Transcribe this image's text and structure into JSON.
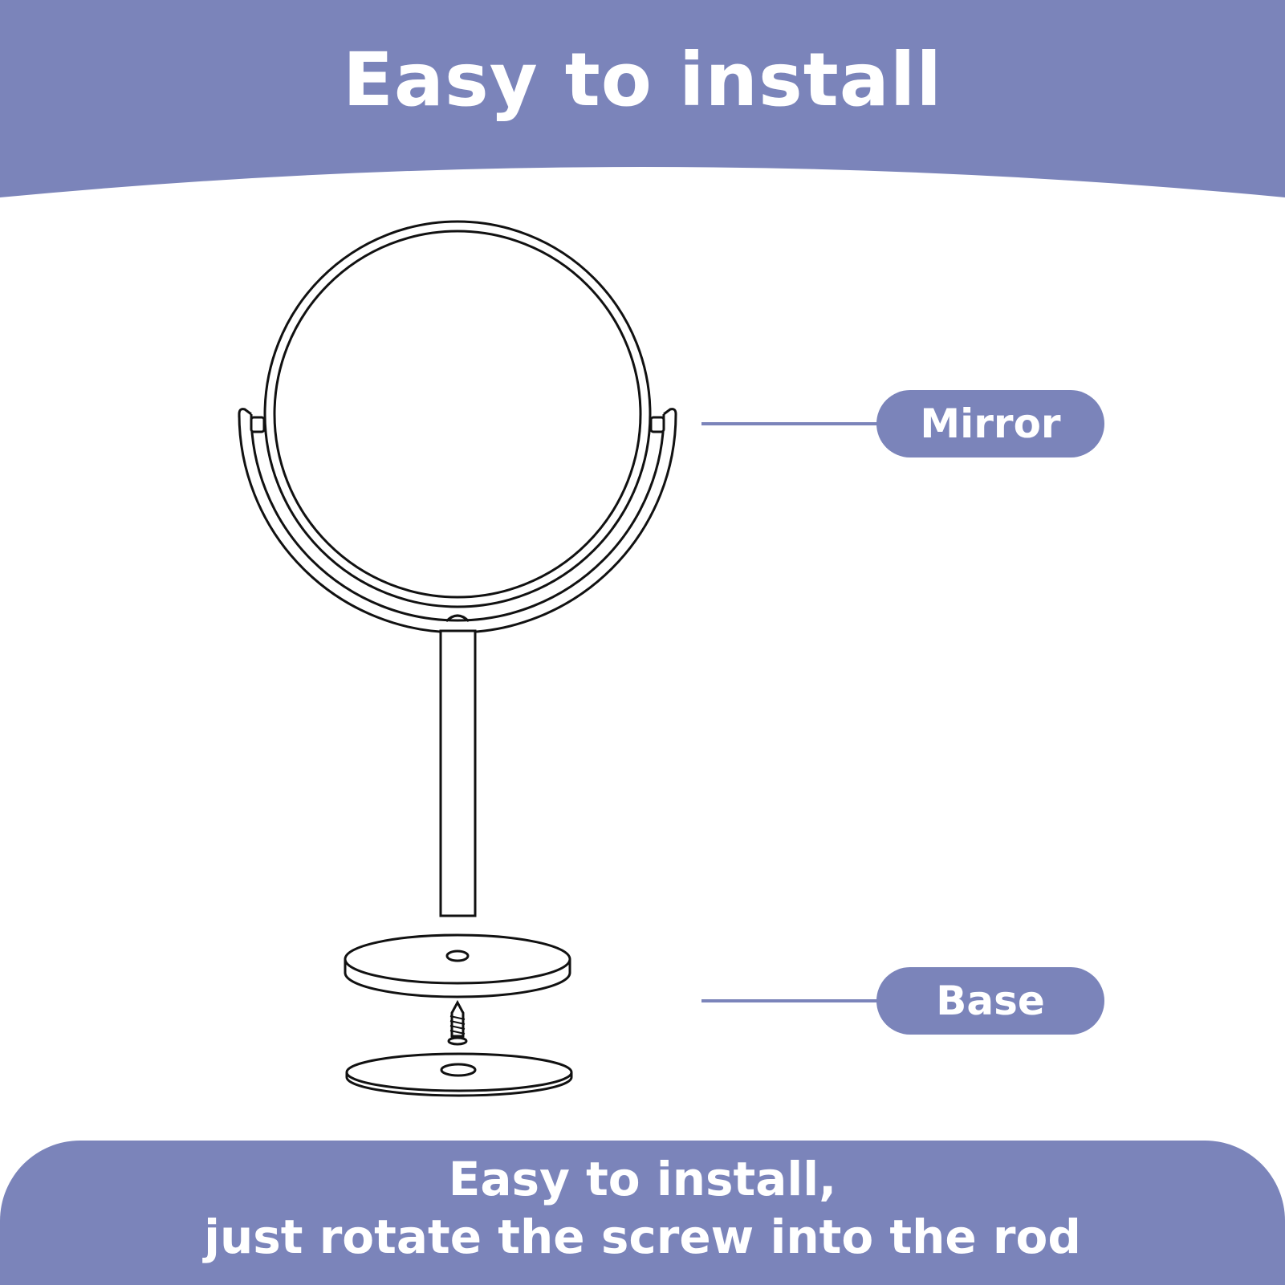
{
  "header": {
    "title": "Easy to install"
  },
  "labels": {
    "mirror": "Mirror",
    "base": "Base"
  },
  "footer": {
    "line1": "Easy to install,",
    "line2": "just rotate the screw into the rod"
  },
  "colors": {
    "accent": "#7b84ba",
    "line_art": "#111111",
    "background": "#ffffff"
  },
  "icons": {
    "mirror": "round-mirror-icon",
    "base": "base-disc-icon",
    "screw": "screw-icon"
  }
}
